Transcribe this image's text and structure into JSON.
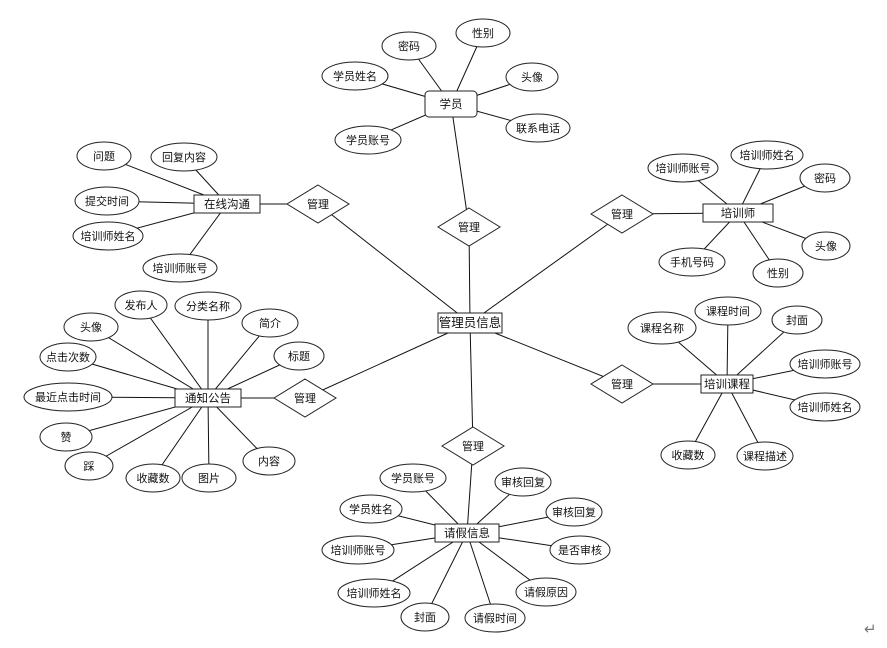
{
  "center": {
    "label": "管理员信息"
  },
  "entities": [
    {
      "id": "student",
      "label": "学员",
      "relation": "管理",
      "attributes": [
        "密码",
        "性别",
        "学员姓名",
        "头像",
        "学员账号",
        "联系电话"
      ]
    },
    {
      "id": "trainer",
      "label": "培训师",
      "relation": "管理",
      "attributes": [
        "培训师账号",
        "培训师姓名",
        "密码",
        "头像",
        "手机号码",
        "性别"
      ]
    },
    {
      "id": "course",
      "label": "培训课程",
      "relation": "管理",
      "attributes": [
        "课程名称",
        "课程时间",
        "封面",
        "培训师账号",
        "培训师姓名",
        "收藏数",
        "课程描述"
      ]
    },
    {
      "id": "leave",
      "label": "请假信息",
      "relation": "管理",
      "attributes": [
        "学员账号",
        "审核回复",
        "学员姓名",
        "审核回复",
        "培训师账号",
        "是否审核",
        "培训师姓名",
        "请假原因",
        "封面",
        "请假时间"
      ]
    },
    {
      "id": "notice",
      "label": "通知公告",
      "relation": "管理",
      "attributes": [
        "发布人",
        "分类名称",
        "头像",
        "简介",
        "点击次数",
        "标题",
        "最近点击时间",
        "赞",
        "踩",
        "收藏数",
        "图片",
        "内容"
      ]
    },
    {
      "id": "chat",
      "label": "在线沟通",
      "relation": "管理",
      "attributes": [
        "问题",
        "回复内容",
        "提交时间",
        "培训师姓名",
        "培训师账号"
      ]
    }
  ],
  "footer": {
    "mark": "↵"
  }
}
